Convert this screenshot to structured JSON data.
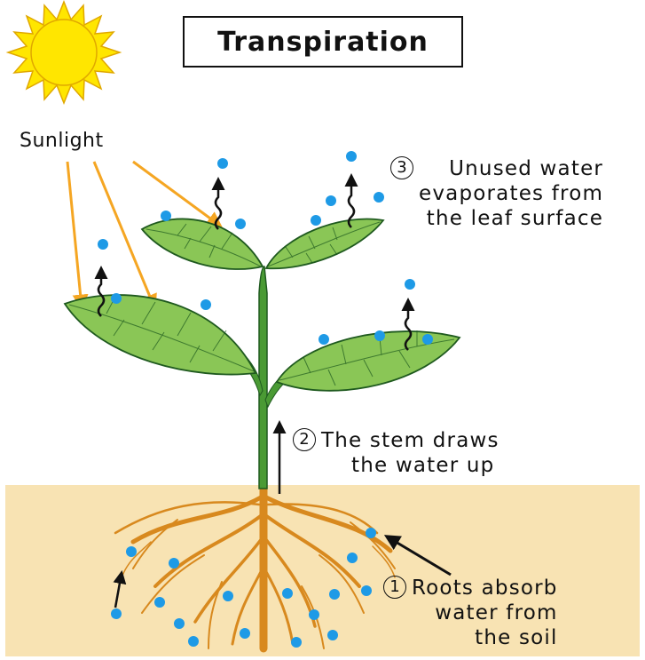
{
  "title": "Transpiration",
  "sun_label": "Sunlight",
  "steps": [
    {
      "number": "1",
      "lines": [
        "Roots absorb",
        "water from",
        "the soil"
      ]
    },
    {
      "number": "2",
      "lines": [
        "The stem draws",
        "the water up"
      ]
    },
    {
      "number": "3",
      "lines": [
        "Unused water",
        "evaporates from",
        "the leaf surface"
      ]
    }
  ],
  "colors": {
    "soil": "#f8e3b3",
    "stem": "#4a9a34",
    "leaf": "#8ac656",
    "leaf_outline": "#1f5a1f",
    "root": "#d8891e",
    "water": "#1e9ae6",
    "sun_arrow": "#f5a623",
    "sun": "#ffe600"
  }
}
